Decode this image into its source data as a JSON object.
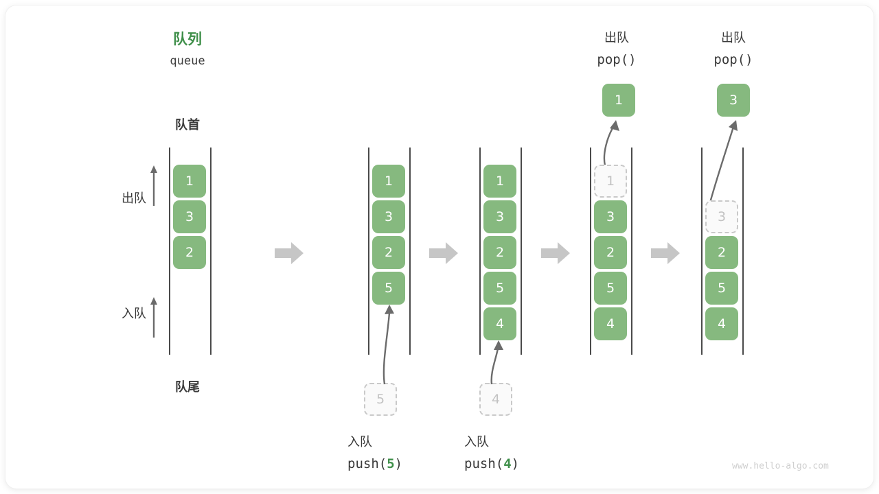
{
  "diagram": {
    "title_cn": "队列",
    "title_code": "queue",
    "head_label": "队首",
    "tail_label": "队尾",
    "dequeue_label": "出队",
    "enqueue_label": "入队",
    "watermark": "www.hello-algo.com",
    "colors": {
      "accent_green": "#86b97f",
      "title_green": "#3f8f4a",
      "ghost_border": "#c9c9c9",
      "ghost_fill": "#fafafa",
      "ghost_text": "#c2c2c2",
      "rail": "#4a4a4a",
      "step_arrow": "#c6c6c6",
      "text_dark": "#3a3a3a",
      "watermark": "#cfcfcf"
    }
  },
  "stages": [
    {
      "id": "stage-initial",
      "caption_cn": "",
      "caption_code": "",
      "cells": [
        {
          "value": "1",
          "state": "filled"
        },
        {
          "value": "3",
          "state": "filled"
        },
        {
          "value": "2",
          "state": "filled"
        }
      ]
    },
    {
      "id": "stage-push-5",
      "caption_cn": "入队",
      "caption_code_prefix": "push(",
      "caption_code_arg": "5",
      "caption_code_suffix": ")",
      "incoming_value": "5",
      "cells": [
        {
          "value": "1",
          "state": "filled"
        },
        {
          "value": "3",
          "state": "filled"
        },
        {
          "value": "2",
          "state": "filled"
        },
        {
          "value": "5",
          "state": "filled"
        }
      ]
    },
    {
      "id": "stage-push-4",
      "caption_cn": "入队",
      "caption_code_prefix": "push(",
      "caption_code_arg": "4",
      "caption_code_suffix": ")",
      "incoming_value": "4",
      "cells": [
        {
          "value": "1",
          "state": "filled"
        },
        {
          "value": "3",
          "state": "filled"
        },
        {
          "value": "2",
          "state": "filled"
        },
        {
          "value": "5",
          "state": "filled"
        },
        {
          "value": "4",
          "state": "filled"
        }
      ]
    },
    {
      "id": "stage-pop-1",
      "caption_cn": "出队",
      "caption_code": "pop()",
      "popped_value": "1",
      "cells": [
        {
          "value": "1",
          "state": "ghost"
        },
        {
          "value": "3",
          "state": "filled"
        },
        {
          "value": "2",
          "state": "filled"
        },
        {
          "value": "5",
          "state": "filled"
        },
        {
          "value": "4",
          "state": "filled"
        }
      ]
    },
    {
      "id": "stage-pop-3",
      "caption_cn": "出队",
      "caption_code": "pop()",
      "popped_value": "3",
      "cells": [
        {
          "value": "",
          "state": "empty"
        },
        {
          "value": "3",
          "state": "ghost"
        },
        {
          "value": "2",
          "state": "filled"
        },
        {
          "value": "5",
          "state": "filled"
        },
        {
          "value": "4",
          "state": "filled"
        }
      ]
    }
  ]
}
